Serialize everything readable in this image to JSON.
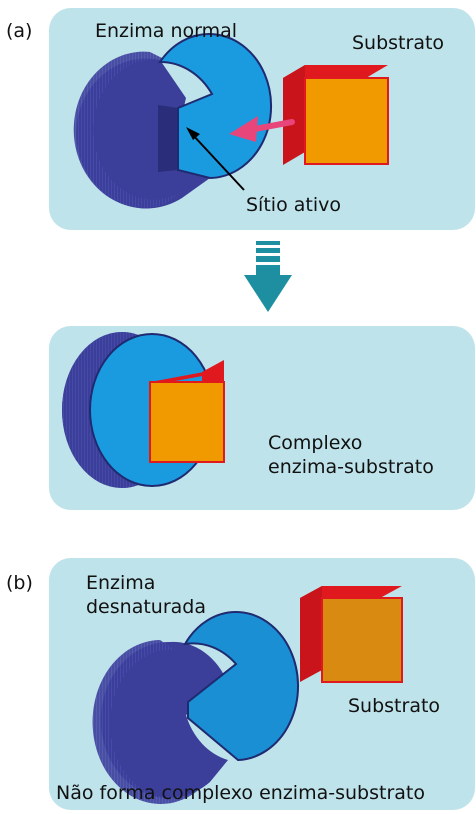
{
  "panel_a": {
    "label": "(a)",
    "enzyme_label": "Enzima normal",
    "substrate_label": "Substrato",
    "active_site_label": "Sítio ativo"
  },
  "panel_complex": {
    "complex_label_line1": "Complexo",
    "complex_label_line2": "enzima-substrato"
  },
  "panel_b": {
    "label": "(b)",
    "enzyme_label_line1": "Enzima",
    "enzyme_label_line2": "desnaturada",
    "substrate_label": "Substrato",
    "footer": "Não forma complexo enzima-substrato"
  },
  "colors": {
    "panel_bg": "#bfe3ea",
    "enzyme_face": "#1a9be0",
    "enzyme_side": "#3b3f9a",
    "substrate_face": "#f09a00",
    "substrate_side": "#e0191e",
    "denatured_substrate_face": "#d98a10",
    "pink_arrow": "#e8457a",
    "down_arrow": "#1e8fa0"
  }
}
